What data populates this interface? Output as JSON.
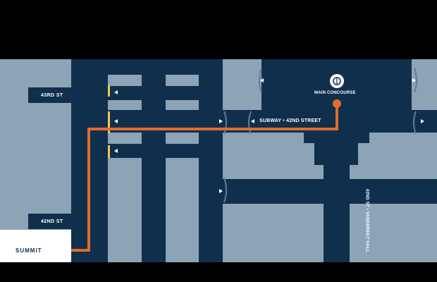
{
  "map": {
    "labels": {
      "main_concourse": "MAIN CONCOURSE",
      "subway": "SUBWAY • 42ND STREET",
      "vanderbilt": "42ND ST • VANDERBILT HALL",
      "street_43": "43RD ST",
      "street_42": "42ND ST"
    },
    "icons": {
      "street_icon": "accessible-wheelchair-icon",
      "concourse_icon": "info-kiosk-icon"
    },
    "brand": {
      "logo_text": "SUMMIT"
    }
  },
  "colors": {
    "background_black": "#000000",
    "map_light": "#8da4b7",
    "corridor_dark": "#0f2f4d",
    "route_orange": "#e16d2b",
    "sign_highlight": "#f3c74e",
    "text_white": "#ffffff"
  }
}
